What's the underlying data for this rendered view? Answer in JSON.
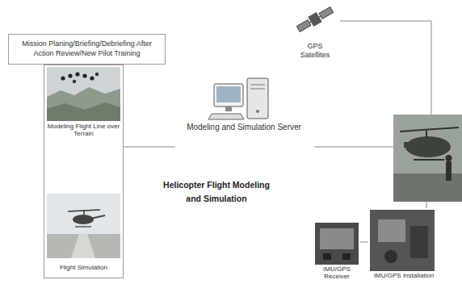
{
  "diagram": {
    "nodes": [
      {
        "text": [
          "Mission Planing/Briefing/Debriefing After Action Review/New Pilot Training"
        ]
      },
      {
        "text": [
          "Modeling Flight Line over Terrain",
          "Flight Simulation"
        ]
      },
      {
        "text": [
          "Modeling and Simulation Server"
        ]
      },
      {
        "text": [
          "GPS Satellites"
        ]
      },
      {
        "text": [
          "IMU/GPS Receiver"
        ]
      },
      {
        "text": [
          "IMU/GPS Installation"
        ]
      }
    ],
    "edges": [
      {
        "from": 1,
        "to": 2,
        "arrow": "none"
      },
      {
        "from": 4,
        "to": 5,
        "arrow": "none"
      }
    ],
    "labels": [
      "Helicopter Flight Modeling and Simulation"
    ]
  }
}
